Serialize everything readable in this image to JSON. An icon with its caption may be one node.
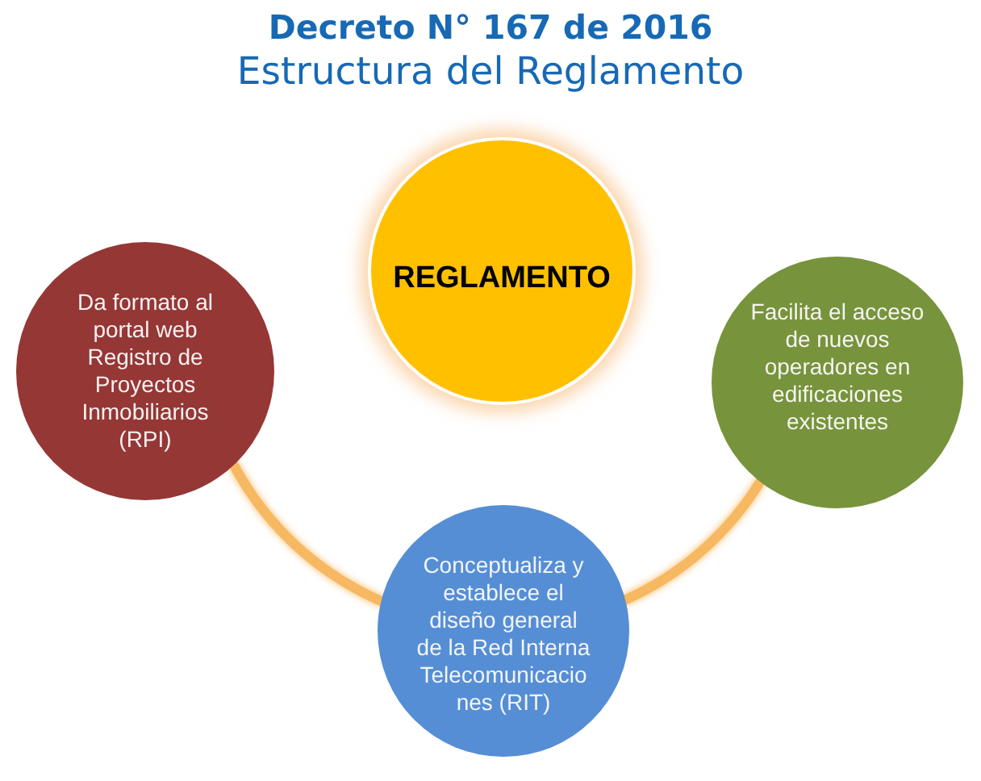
{
  "diagram": {
    "title": "Decreto N° 167 de 2016",
    "nodes": [
      {
        "text": [
          "REGLAMENTO"
        ]
      },
      {
        "text": [
          "Da formato al portal web Registro de Proyectos Inmobiliarios (RPI)"
        ]
      },
      {
        "text": [
          "Facilita el acceso de nuevos operadores en edificaciones existentes"
        ]
      },
      {
        "text": [
          "Conceptualiza y establece el diseño general de la Red Interna Telecomunicaciones (RIT)"
        ]
      }
    ],
    "edges": [
      {
        "from": 1,
        "to": 3,
        "arrow": "none"
      },
      {
        "from": 3,
        "to": 2,
        "arrow": "none"
      }
    ],
    "labels": [
      "Estructura del Reglamento"
    ]
  }
}
